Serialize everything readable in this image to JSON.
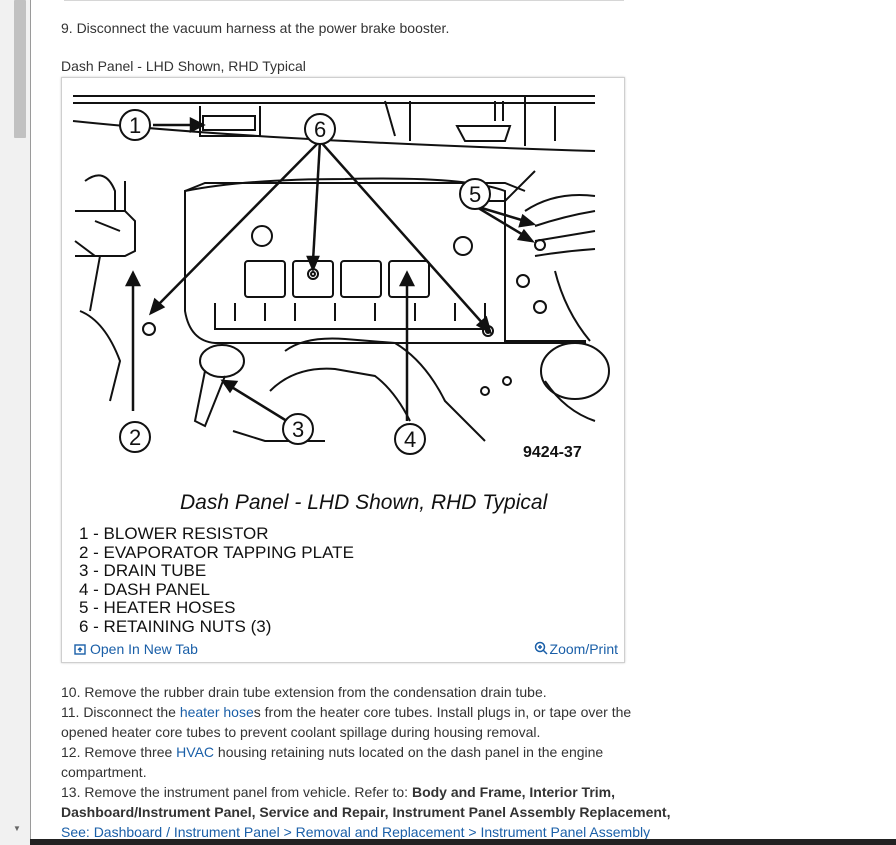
{
  "step9": "9. Disconnect the vacuum harness at the power brake booster.",
  "figure": {
    "caption": "Dash Panel - LHD Shown, RHD Typical",
    "code": "9424-37",
    "title": "Dash Panel - LHD Shown, RHD Typical",
    "callouts": [
      "1",
      "2",
      "3",
      "4",
      "5",
      "6"
    ],
    "legend": [
      "1 - BLOWER RESISTOR",
      "2 - EVAPORATOR TAPPING PLATE",
      "3 - DRAIN TUBE",
      "4 - DASH PANEL",
      "5 - HEATER HOSES",
      "6 - RETAINING NUTS (3)"
    ],
    "open_tab": "Open In New Tab",
    "zoom_print": "Zoom/Print",
    "open_tab_icon": "open-new-tab-icon",
    "zoom_icon": "magnifier-icon"
  },
  "steps": {
    "s10": "10. Remove the rubber drain tube extension from the condensation drain tube.",
    "s11_a": "11. Disconnect the ",
    "s11_link": "heater hose",
    "s11_b": "s from the heater core tubes. Install plugs in, or tape over the opened heater core tubes to prevent coolant spillage during housing removal.",
    "s12_a": "12. Remove three ",
    "s12_link": "HVAC",
    "s12_b": " housing retaining nuts located on the dash panel in the engine compartment.",
    "s13_a": "13. Remove the instrument panel from vehicle. Refer to: ",
    "s13_bold": "Body and Frame, Interior Trim, Dashboard/Instrument Panel, Service and Repair, Instrument Panel Assembly Replacement,",
    "s13_link": "See: Dashboard / Instrument Panel > Removal and Replacement > Instrument Panel Assembly"
  },
  "colors": {
    "link": "#1a5fa8",
    "text": "#333333"
  }
}
